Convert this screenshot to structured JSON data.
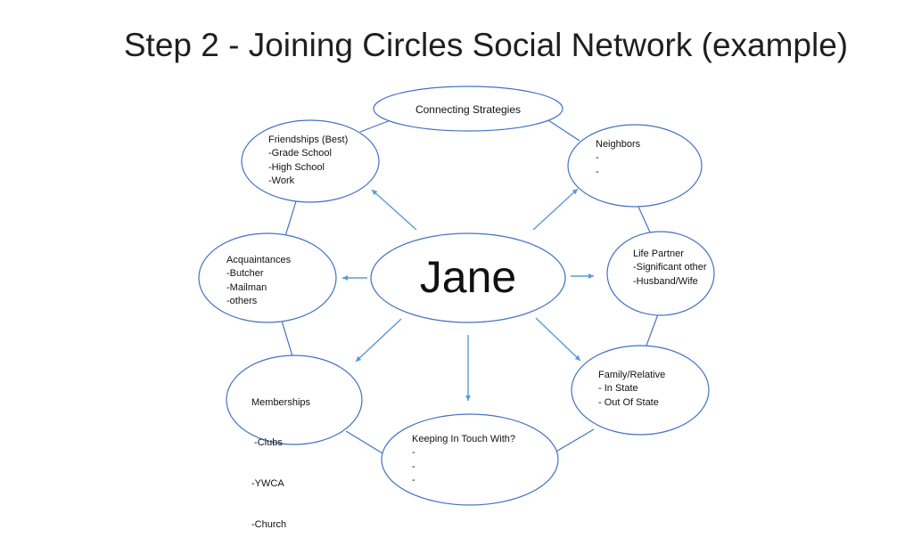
{
  "title": "Step 2 - Joining Circles Social Network (example)",
  "colors": {
    "ring": "#4472c4",
    "connector": "#4472c4",
    "arrow": "#5b9bd5",
    "text": "#111111"
  },
  "center": {
    "label": "Jane"
  },
  "nodes": {
    "connecting_strategies": {
      "lines": [
        "Connecting Strategies"
      ]
    },
    "friendships": {
      "lines": [
        "Friendships (Best)",
        "-Grade School",
        "-High School",
        "-Work"
      ]
    },
    "neighbors": {
      "lines": [
        "Neighbors",
        "-",
        "-"
      ]
    },
    "acquaintances": {
      "lines": [
        "Acquaintances",
        "-Butcher",
        "-Mailman",
        "-others"
      ]
    },
    "life_partner": {
      "lines": [
        "Life Partner",
        "-Significant other",
        "-Husband/Wife"
      ]
    },
    "memberships": {
      "lines": [
        "Memberships",
        " -Clubs",
        "-YWCA",
        "-Church"
      ]
    },
    "family": {
      "lines": [
        "Family/Relative",
        "- In State",
        "- Out Of State"
      ]
    },
    "keeping_in_touch": {
      "lines": [
        "Keeping In Touch With?",
        "-",
        "-",
        "-"
      ]
    }
  }
}
